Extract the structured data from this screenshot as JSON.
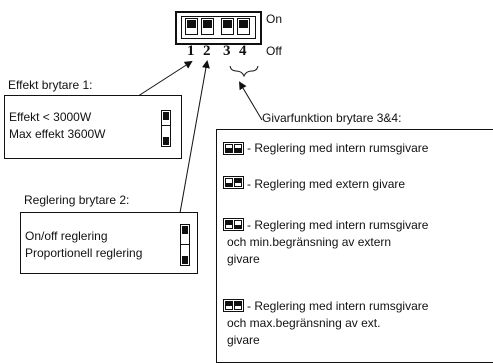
{
  "dip_switch": {
    "on_label": "On",
    "off_label": "Off",
    "numbers": [
      "1",
      "2",
      "3",
      "4"
    ]
  },
  "effekt_box": {
    "title": "Effekt brytare 1:",
    "line1": "Effekt  < 3000W",
    "line2": "Max effekt  3600W"
  },
  "reglering_box": {
    "title": "Reglering brytare 2:",
    "line1": "On/off reglering",
    "line2": "Proportionell reglering"
  },
  "givar_box": {
    "title": "Givarfunktion brytare 3&4:",
    "option1": "- Reglering med intern rumsgivare",
    "option2": "- Reglering med extern givare",
    "option3_line1": "- Reglering med intern rumsgivare",
    "option3_line2": "och min.begränsning av extern",
    "option3_line3": "givare",
    "option4_line1": "- Reglering med intern rumsgivare",
    "option4_line2": "och max.begränsning av ext.",
    "option4_line3": "givare"
  },
  "colors": {
    "ink": "#111111",
    "background": "#ffffff"
  }
}
